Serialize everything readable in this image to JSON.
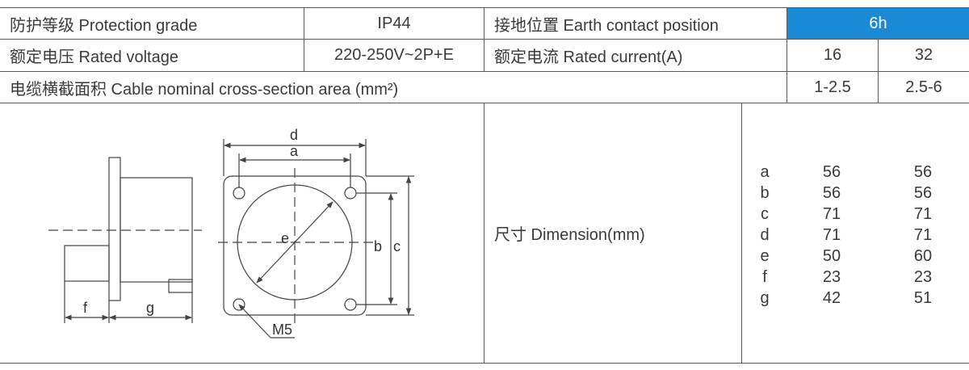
{
  "table": {
    "protection_grade_label": "防护等级 Protection grade",
    "protection_grade_value": "IP44",
    "earth_contact_label": "接地位置 Earth contact position",
    "earth_contact_value": "6h",
    "rated_voltage_label": "额定电压 Rated voltage",
    "rated_voltage_value": "220-250V~2P+E",
    "rated_current_label": "额定电流 Rated current(A)",
    "rated_current_values": [
      "16",
      "32"
    ],
    "cable_area_label": "电缆横截面积 Cable nominal cross-section area (mm²)",
    "cable_area_values": [
      "1-2.5",
      "2.5-6"
    ],
    "dimension_label": "尺寸 Dimension(mm)",
    "dimension_keys": [
      "a",
      "b",
      "c",
      "d",
      "e",
      "f",
      "g"
    ],
    "dimension_values_16": [
      "56",
      "56",
      "71",
      "71",
      "50",
      "23",
      "42"
    ],
    "dimension_values_32": [
      "56",
      "56",
      "71",
      "71",
      "60",
      "23",
      "51"
    ]
  },
  "drawing": {
    "labels": {
      "d": "d",
      "a": "a",
      "e": "e",
      "b": "b",
      "c": "c",
      "f": "f",
      "g": "g",
      "m5": "M5"
    }
  },
  "colors": {
    "highlight": "#1a8ad6",
    "border": "#5a5a5a",
    "text": "#3a3a3a"
  }
}
